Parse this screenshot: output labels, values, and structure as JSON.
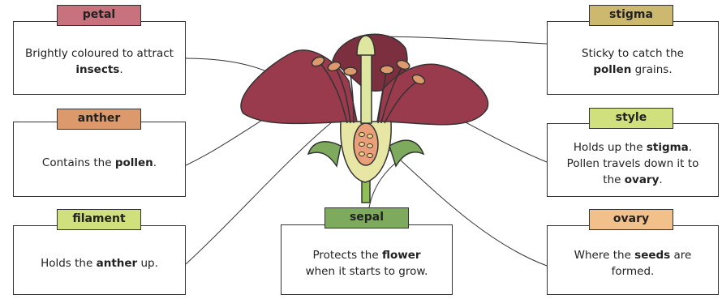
{
  "labels": {
    "petal": {
      "title": "petal",
      "pre": "Brightly coloured to attract ",
      "bold": "insects",
      "post": ".",
      "color": "#c8727e"
    },
    "anther": {
      "title": "anther",
      "pre": "Contains the ",
      "bold": "pollen",
      "post": ".",
      "color": "#dc9a6c"
    },
    "filament": {
      "title": "filament",
      "pre": "Holds the ",
      "bold": "anther",
      "post": " up.",
      "color": "#cfe07c"
    },
    "sepal": {
      "title": "sepal",
      "pre": "Protects the ",
      "bold": "flower",
      "post": " when it starts to grow.",
      "color": "#7daa5c"
    },
    "stigma": {
      "title": "stigma",
      "pre": "Sticky to catch the ",
      "bold": "pollen",
      "post": " grains.",
      "color": "#cdb870"
    },
    "style": {
      "title": "style",
      "pre": "Holds up the ",
      "bold": "stigma",
      "post": ". Pollen travels down it to the ",
      "bold2": "ovary",
      "post2": ".",
      "color": "#cfe07c"
    },
    "ovary": {
      "title": "ovary",
      "pre": "Where the ",
      "bold": "seeds",
      "post": " are formed.",
      "color": "#f2c08a"
    }
  }
}
